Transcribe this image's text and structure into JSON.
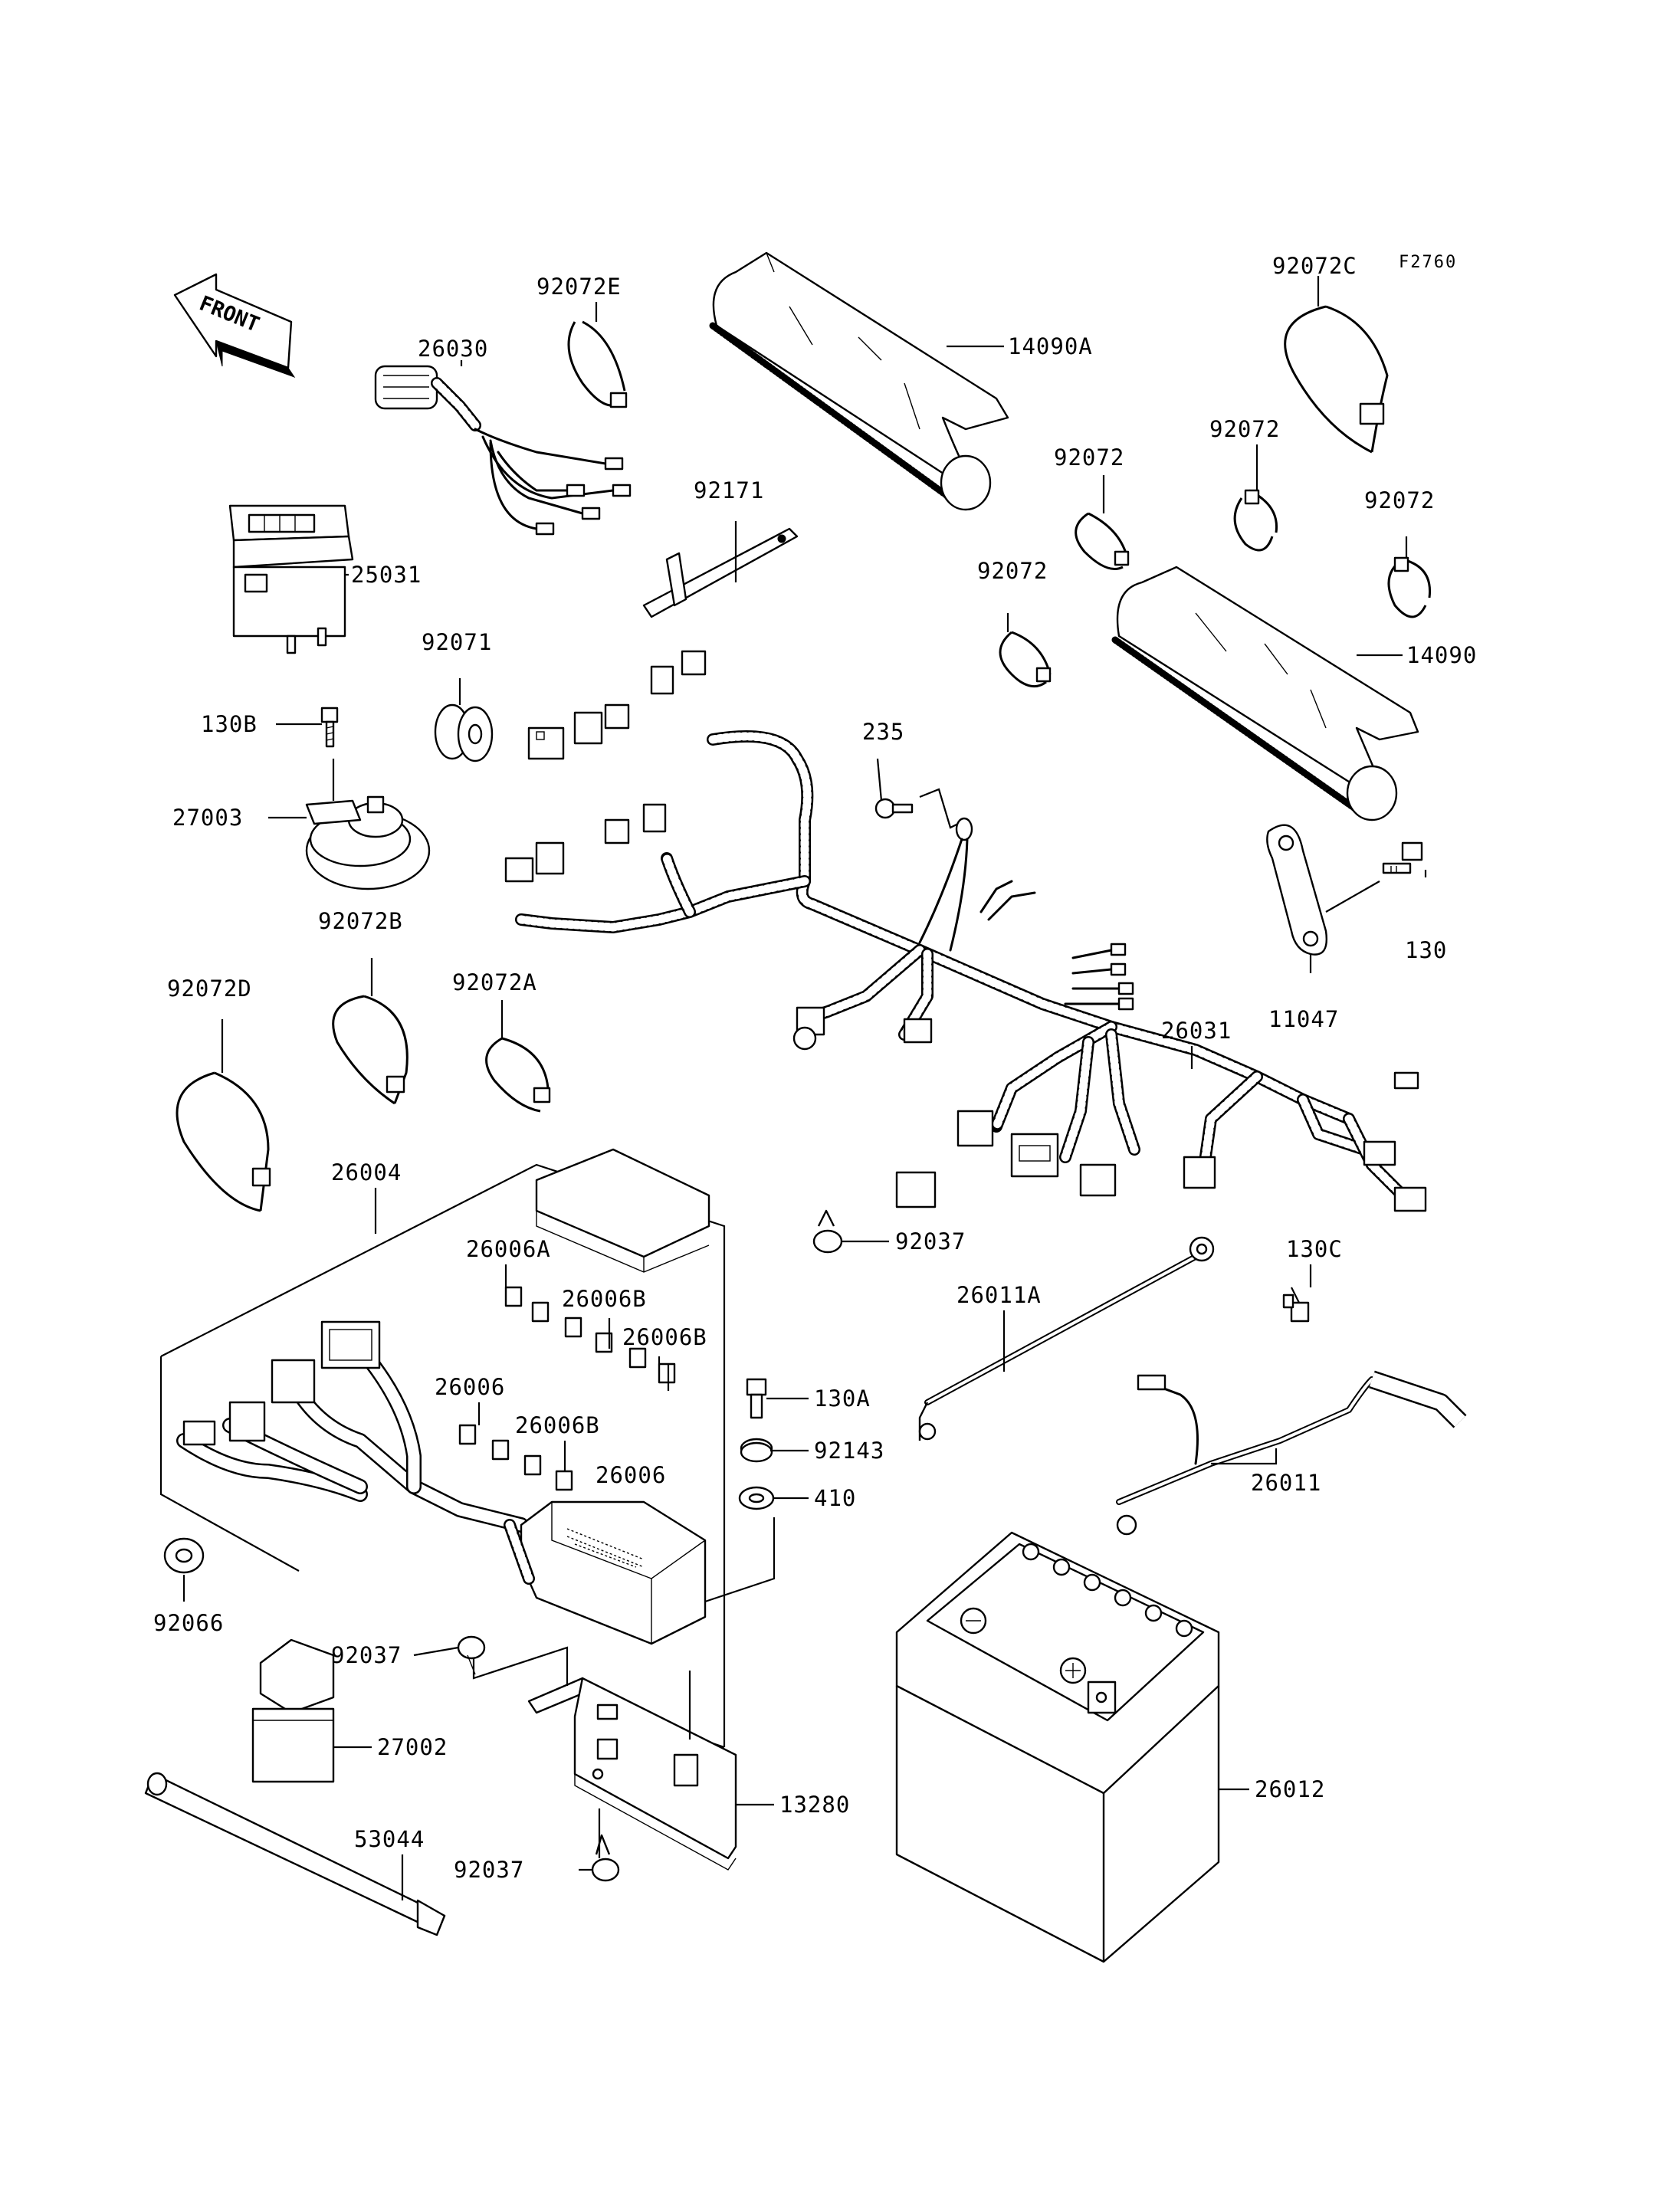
{
  "figure_code": "F2760",
  "front_marker": "FRONT",
  "labels": [
    {
      "id": "92072E",
      "text": "92072E"
    },
    {
      "id": "26030",
      "text": "26030"
    },
    {
      "id": "14090A",
      "text": "14090A"
    },
    {
      "id": "92072C",
      "text": "92072C"
    },
    {
      "id": "92072-a",
      "text": "92072"
    },
    {
      "id": "92072-b",
      "text": "92072"
    },
    {
      "id": "92072-c",
      "text": "92072"
    },
    {
      "id": "92072-d",
      "text": "92072"
    },
    {
      "id": "92171",
      "text": "92171"
    },
    {
      "id": "25031",
      "text": "25031"
    },
    {
      "id": "14090",
      "text": "14090"
    },
    {
      "id": "92071",
      "text": "92071"
    },
    {
      "id": "235",
      "text": "235"
    },
    {
      "id": "130B",
      "text": "130B"
    },
    {
      "id": "27003",
      "text": "27003"
    },
    {
      "id": "130",
      "text": "130"
    },
    {
      "id": "92072B",
      "text": "92072B"
    },
    {
      "id": "92072D",
      "text": "92072D"
    },
    {
      "id": "92072A",
      "text": "92072A"
    },
    {
      "id": "11047",
      "text": "11047"
    },
    {
      "id": "26031",
      "text": "26031"
    },
    {
      "id": "26004",
      "text": "26004"
    },
    {
      "id": "92037-a",
      "text": "92037"
    },
    {
      "id": "26006A",
      "text": "26006A"
    },
    {
      "id": "26006B-a",
      "text": "26006B"
    },
    {
      "id": "130C",
      "text": "130C"
    },
    {
      "id": "26011A",
      "text": "26011A"
    },
    {
      "id": "26006B-b",
      "text": "26006B"
    },
    {
      "id": "26006-a",
      "text": "26006"
    },
    {
      "id": "130A",
      "text": "130A"
    },
    {
      "id": "26006B-c",
      "text": "26006B"
    },
    {
      "id": "92143",
      "text": "92143"
    },
    {
      "id": "26006-b",
      "text": "26006"
    },
    {
      "id": "410",
      "text": "410"
    },
    {
      "id": "26011",
      "text": "26011"
    },
    {
      "id": "92066",
      "text": "92066"
    },
    {
      "id": "92037-b",
      "text": "92037"
    },
    {
      "id": "27002",
      "text": "27002"
    },
    {
      "id": "26012",
      "text": "26012"
    },
    {
      "id": "53044",
      "text": "53044"
    },
    {
      "id": "13280",
      "text": "13280"
    },
    {
      "id": "92037-c",
      "text": "92037"
    }
  ]
}
